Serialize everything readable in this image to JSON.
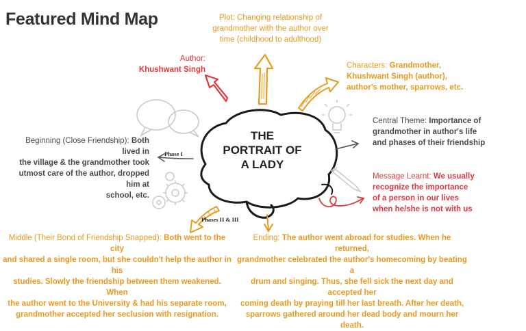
{
  "title": "Featured Mind Map",
  "center": {
    "lines": [
      "THE",
      "PORTRAIT OF",
      "A LADY"
    ]
  },
  "plot": {
    "label": "Plot:",
    "lines": [
      "Plot: Changing relationship of",
      "grandmother with the author over",
      "time (childhood to adulthood)"
    ]
  },
  "author": {
    "label": "Author:",
    "value": "Khushwant Singh"
  },
  "characters": {
    "label": "Characters:",
    "line1_value": "Grandmother,",
    "line2": "Khushwant Singh (author),",
    "line3": "author's mother, sparrows, etc."
  },
  "central_theme": {
    "label": "Central Theme:",
    "line1_value": "Importance of",
    "line2": "grandmother in author's life",
    "line3": "and phases of their friendship"
  },
  "message": {
    "label": "Message Learnt:",
    "line1_value": "We usually",
    "line2": "recognize the importance",
    "line3": "of a person in our lives",
    "line4": "when he/she is not with us"
  },
  "beginning": {
    "label": "Beginning (Close Friendship):",
    "line1_value": "Both lived in",
    "line2": "the village & the grandmother took",
    "line3": "utmost care of the author, dropped him at",
    "line4": "school, etc."
  },
  "middle": {
    "label": "Middle (Their Bond of Friendship Snapped):",
    "line1_value": "Both went to the city",
    "line2": "and shared a single room, but she couldn't help the author in his",
    "line3": "studies. Slowly the friendship between them weakened. When",
    "line4": "the author went to the University & had his separate room,",
    "line5": "grandmother accepted her seclusion with resignation."
  },
  "ending": {
    "label": "Ending:",
    "line1_value": "The author went abroad for studies. When he returned,",
    "line2": "grandmother celebrated the author's homecoming by beating a",
    "line3": "drum and singing. Thus, she fell sick the next day and accepted her",
    "line4": "coming death by praying till her last breath. After her death,",
    "line5": "sparrows gathered around her dead body and mourn her death."
  },
  "phase1": "Phase I",
  "phase23": "Phases II & III",
  "colors": {
    "orange": "#e89a1e",
    "red": "#e0373c",
    "gray": "#4a4a4a",
    "title": "#333333"
  },
  "icons": [
    "brain-outline-icon",
    "speech-bubbles-icon",
    "gears-icon",
    "lightbulb-icon",
    "pencil-icon",
    "arrow-up-icon",
    "arrow-down-icon"
  ]
}
